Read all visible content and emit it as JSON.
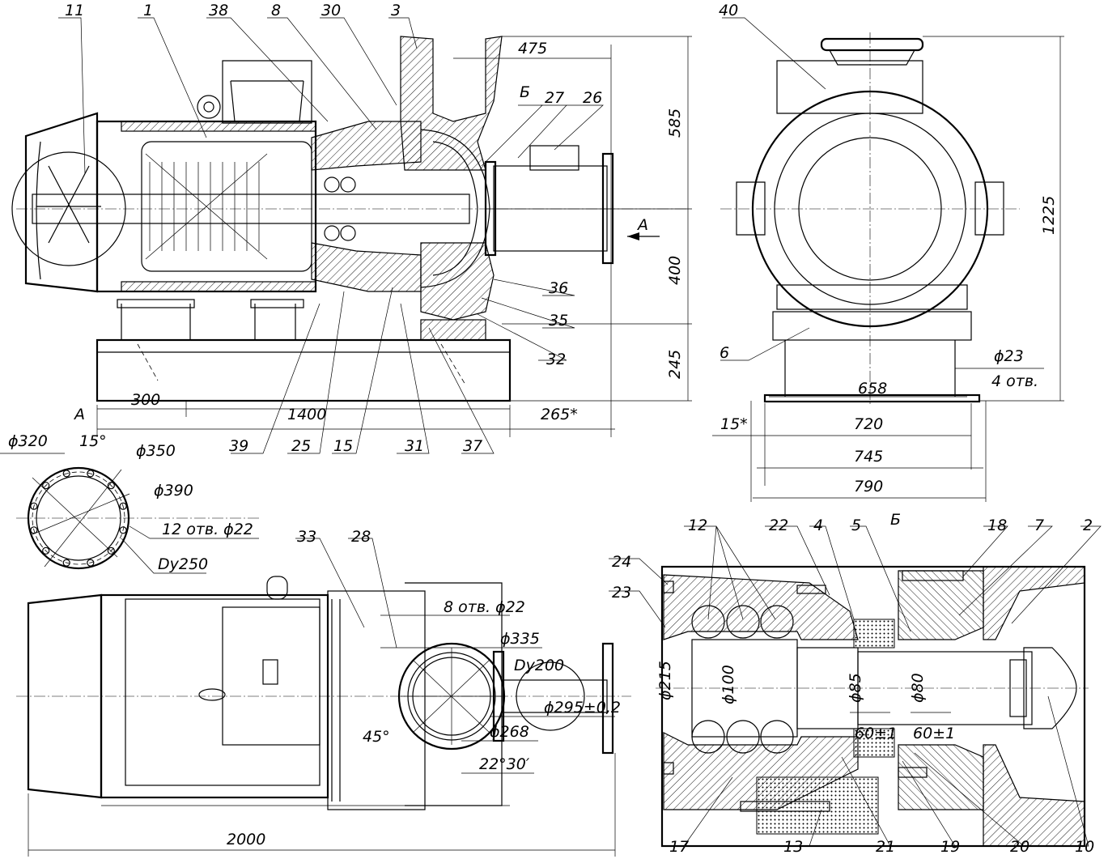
{
  "drawing": {
    "part_numbers": [
      "11",
      "1",
      "38",
      "8",
      "30",
      "3",
      "27",
      "26",
      "36",
      "35",
      "32",
      "39",
      "25",
      "15",
      "31",
      "37",
      "40",
      "6",
      "33",
      "28",
      "24",
      "23",
      "12",
      "22",
      "4",
      "5",
      "18",
      "7",
      "2",
      "17",
      "13",
      "21",
      "19",
      "20",
      "10"
    ],
    "section_labels": {
      "view_arrow_a": "A",
      "view_a_top": "A",
      "section_b_top": "Б",
      "section_b_detail": "Б"
    },
    "dimensions_side": {
      "d475": "475",
      "d585": "585",
      "d400": "400",
      "d245": "245",
      "d1225": "1225",
      "d300": "300",
      "d1400": "1400",
      "d265": "265*"
    },
    "dimensions_end": {
      "d23": "ϕ23",
      "holes": "4 отв.",
      "d658": "658",
      "d15": "15*",
      "d720": "720",
      "d745": "745",
      "d790": "790"
    },
    "flange": {
      "d320": "ϕ320",
      "angle": "15°",
      "d350": "ϕ350",
      "d390": "ϕ390",
      "holes": "12 отв. ϕ22",
      "dy": "Dy250"
    },
    "plan": {
      "holes8": "8 отв. ϕ22",
      "d335": "ϕ335",
      "dy200": "Dy200",
      "d295": "ϕ295±0,2",
      "angle45": "45°",
      "d268": "ϕ268",
      "angle22": "22°30′",
      "d2000": "2000"
    },
    "detail": {
      "d215": "ϕ215",
      "d100": "ϕ100",
      "d85": "ϕ85",
      "d80": "ϕ80",
      "len1": "60±1",
      "len2": "60±1"
    }
  }
}
